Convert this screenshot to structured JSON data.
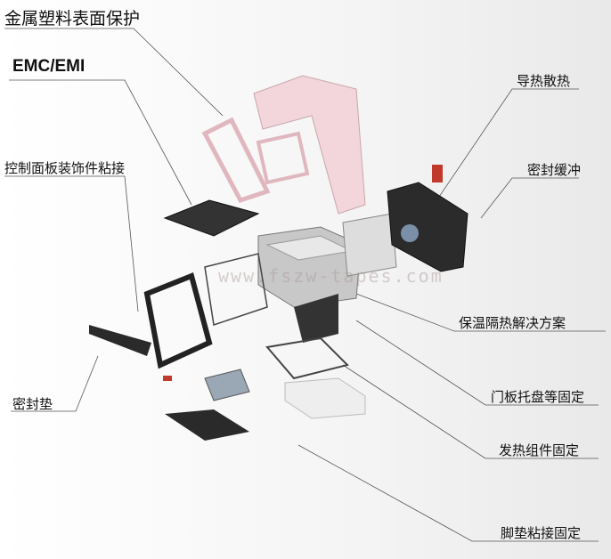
{
  "labels": {
    "surface_protection": "金属塑料表面保护",
    "emc_emi": "EMC/EMI",
    "panel_bonding": "控制面板装饰件粘接",
    "gasket": "密封垫",
    "heat_conduction": "导热散热",
    "seal_cushion": "密封缓冲",
    "insulation": "保温隔热解决方案",
    "door_tray_fixing": "门板托盘等固定",
    "heating_fixing": "发热组件固定",
    "foot_pad_bonding": "脚垫粘接固定"
  },
  "watermark": "www.fszw-tapes.com",
  "colors": {
    "shell": "#f2d6dc",
    "metal": "#b8b8b8",
    "dark": "#2a2a2a",
    "accent": "#c0392b"
  }
}
